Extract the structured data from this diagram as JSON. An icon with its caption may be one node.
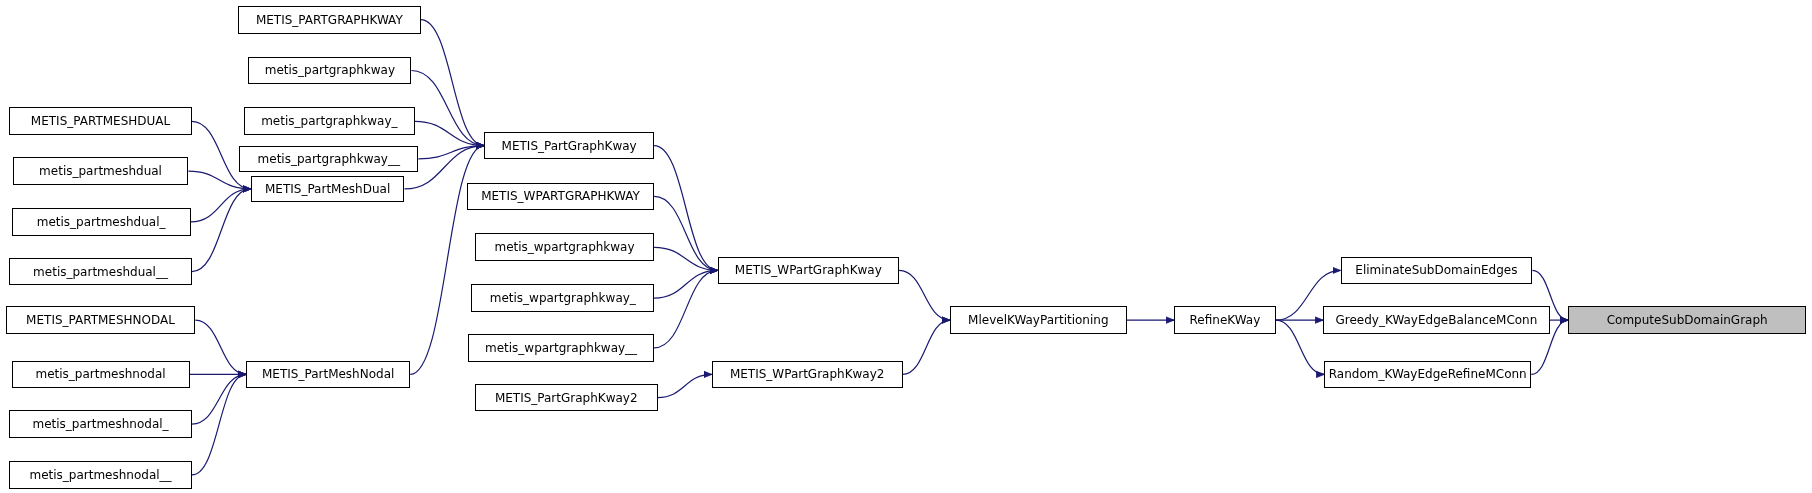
{
  "diagram": {
    "nodes": [
      {
        "text": [
          "ComputeSubDomainGraph"
        ]
      },
      {
        "text": [
          "EliminateSubDomainEdges"
        ]
      },
      {
        "text": [
          "Greedy_KWayEdgeBalanceMConn"
        ]
      },
      {
        "text": [
          "Random_KWayEdgeRefineMConn"
        ]
      },
      {
        "text": [
          "RefineKWay"
        ]
      },
      {
        "text": [
          "MlevelKWayPartitioning"
        ]
      },
      {
        "text": [
          "METIS_WPartGraphKway"
        ]
      },
      {
        "text": [
          "METIS_WPartGraphKway2"
        ]
      },
      {
        "text": [
          "METIS_PartGraphKway"
        ]
      },
      {
        "text": [
          "METIS_WPARTGRAPHKWAY"
        ]
      },
      {
        "text": [
          "metis_wpartgraphkway"
        ]
      },
      {
        "text": [
          "metis_wpartgraphkway_"
        ]
      },
      {
        "text": [
          "metis_wpartgraphkway__"
        ]
      },
      {
        "text": [
          "METIS_PartGraphKway2"
        ]
      },
      {
        "text": [
          "METIS_PARTGRAPHKWAY"
        ]
      },
      {
        "text": [
          "metis_partgraphkway"
        ]
      },
      {
        "text": [
          "metis_partgraphkway_"
        ]
      },
      {
        "text": [
          "metis_partgraphkway__"
        ]
      },
      {
        "text": [
          "METIS_PartMeshDual"
        ]
      },
      {
        "text": [
          "METIS_PARTMESHDUAL"
        ]
      },
      {
        "text": [
          "metis_partmeshdual"
        ]
      },
      {
        "text": [
          "metis_partmeshdual_"
        ]
      },
      {
        "text": [
          "metis_partmeshdual__"
        ]
      },
      {
        "text": [
          "METIS_PartMeshNodal"
        ]
      },
      {
        "text": [
          "METIS_PARTMESHNODAL"
        ]
      },
      {
        "text": [
          "metis_partmeshnodal"
        ]
      },
      {
        "text": [
          "metis_partmeshnodal_"
        ]
      },
      {
        "text": [
          "metis_partmeshnodal__"
        ]
      }
    ],
    "edges": [
      {
        "from": 1,
        "to": 0,
        "arrow": "to"
      },
      {
        "from": 2,
        "to": 0,
        "arrow": "to"
      },
      {
        "from": 3,
        "to": 0,
        "arrow": "to"
      },
      {
        "from": 4,
        "to": 1,
        "arrow": "to"
      },
      {
        "from": 4,
        "to": 2,
        "arrow": "to"
      },
      {
        "from": 4,
        "to": 3,
        "arrow": "to"
      },
      {
        "from": 5,
        "to": 4,
        "arrow": "to"
      },
      {
        "from": 6,
        "to": 5,
        "arrow": "to"
      },
      {
        "from": 7,
        "to": 5,
        "arrow": "to"
      },
      {
        "from": 8,
        "to": 6,
        "arrow": "to"
      },
      {
        "from": 9,
        "to": 6,
        "arrow": "to"
      },
      {
        "from": 10,
        "to": 6,
        "arrow": "to"
      },
      {
        "from": 11,
        "to": 6,
        "arrow": "to"
      },
      {
        "from": 12,
        "to": 6,
        "arrow": "to"
      },
      {
        "from": 13,
        "to": 7,
        "arrow": "to"
      },
      {
        "from": 14,
        "to": 8,
        "arrow": "to"
      },
      {
        "from": 15,
        "to": 8,
        "arrow": "to"
      },
      {
        "from": 16,
        "to": 8,
        "arrow": "to"
      },
      {
        "from": 17,
        "to": 8,
        "arrow": "to"
      },
      {
        "from": 18,
        "to": 8,
        "arrow": "to"
      },
      {
        "from": 23,
        "to": 8,
        "arrow": "to"
      },
      {
        "from": 19,
        "to": 18,
        "arrow": "to"
      },
      {
        "from": 20,
        "to": 18,
        "arrow": "to"
      },
      {
        "from": 21,
        "to": 18,
        "arrow": "to"
      },
      {
        "from": 22,
        "to": 18,
        "arrow": "to"
      },
      {
        "from": 24,
        "to": 23,
        "arrow": "to"
      },
      {
        "from": 25,
        "to": 23,
        "arrow": "to"
      },
      {
        "from": 26,
        "to": 23,
        "arrow": "to"
      },
      {
        "from": 27,
        "to": 23,
        "arrow": "to"
      }
    ]
  }
}
